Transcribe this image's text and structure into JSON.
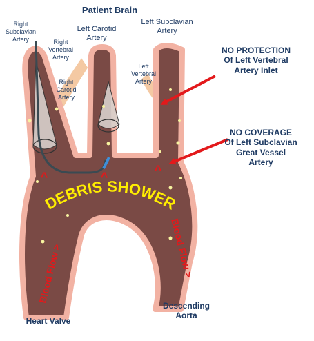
{
  "labels": {
    "patient_brain": "Patient Brain",
    "right_subclavian": "Right\nSubclavian\nArtery",
    "right_vertebral": "Right\nVertebral\nArtery",
    "right_carotid": "Right\nCarotid\nArtery",
    "left_carotid": "Left Carotid\nArtery",
    "left_vertebral": "Left\nVertebral\nArtery",
    "left_subclavian": "Left Subclavian\nArtery",
    "heart_valve": "Heart Valve",
    "descending_aorta": "Descending\nAorta"
  },
  "callouts": {
    "no_protection": "NO PROTECTION\nOf Left Vertebral\nArtery Inlet",
    "no_coverage": "NO COVERAGE\nOf Left Subclavian\nGreat Vessel\nArtery"
  },
  "debris_text": "DEBRIS SHOWER",
  "flow_left": "Blood Flow >",
  "flow_right": "Blood Flow >",
  "chevrons": [
    "^",
    "^",
    "^"
  ],
  "colors": {
    "vessel": "#7a4a45",
    "vessel_edge": "#f2b2a3",
    "tan_vessel": "#f4c9a3",
    "label": "#1f3b63",
    "red": "#e3191b",
    "debris": "#ffee00",
    "particle": "#f8f4a0",
    "filter": "#d8d0cc",
    "catheter": "#3a4a52",
    "catheter_tip": "#3f8fd8"
  }
}
